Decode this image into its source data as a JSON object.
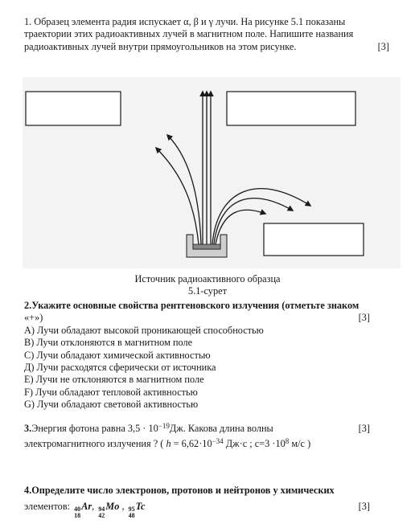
{
  "q1": {
    "lines": [
      "1. Образец элемента радия испускает α, β и γ лучи. На рисунке 5.1 показаны",
      "траектории этих радиоактивных лучей в магнитном поле. Напишите названия",
      "радиоактивных лучей внутри прямоугольников на этом рисунке."
    ],
    "points": "[3]"
  },
  "figure": {
    "caption_source": "Источник радиоактивного образца",
    "caption_number": "5.1-сурет"
  },
  "q2": {
    "title_line1": "2.Укажите основные свойства рентгеновского излучения (отметьте знаком",
    "title_line2": "«+»)",
    "points": "[3]",
    "options": [
      "A) Лучи обладают высокой проникающей способностью",
      "B) Лучи отклоняются в магнитном поле",
      "C) Лучи обладают химической активностью",
      "Д) Лучи расходятся сферически от источника",
      "E) Лучи не отклоняются в магнитном поле",
      "F)  Лучи обладают тепловой активностью",
      "G) Лучи обладают световой  активностью"
    ]
  },
  "q3": {
    "prefix": "3.",
    "text_a": "Энергия фотона равна 3,5 · 10",
    "exp1": "−19",
    "text_b": "Дж. Какова длина волны",
    "points": "[3]",
    "line2_a": "электромагнитного излучения ?     ( ",
    "h_symbol": "h",
    "line2_b": " = 6,62·10",
    "exp2": "−34",
    "line2_c": " Дж·с ;  c=3  ·10",
    "exp3": "8",
    "line2_d": " м/с )"
  },
  "q4": {
    "title": "4.Определите число электронов, протонов и нейтронов у химических",
    "line2_prefix": "элементов:  ",
    "elements": [
      {
        "mass": "40",
        "z": "18",
        "symbol": "Ar",
        "sep": ",  "
      },
      {
        "mass": "94",
        "z": "42",
        "symbol": "Mo",
        "sep": " , "
      },
      {
        "mass": "95",
        "z": "48",
        "symbol": "Tc",
        "sep": ""
      }
    ],
    "points": "[3]"
  }
}
